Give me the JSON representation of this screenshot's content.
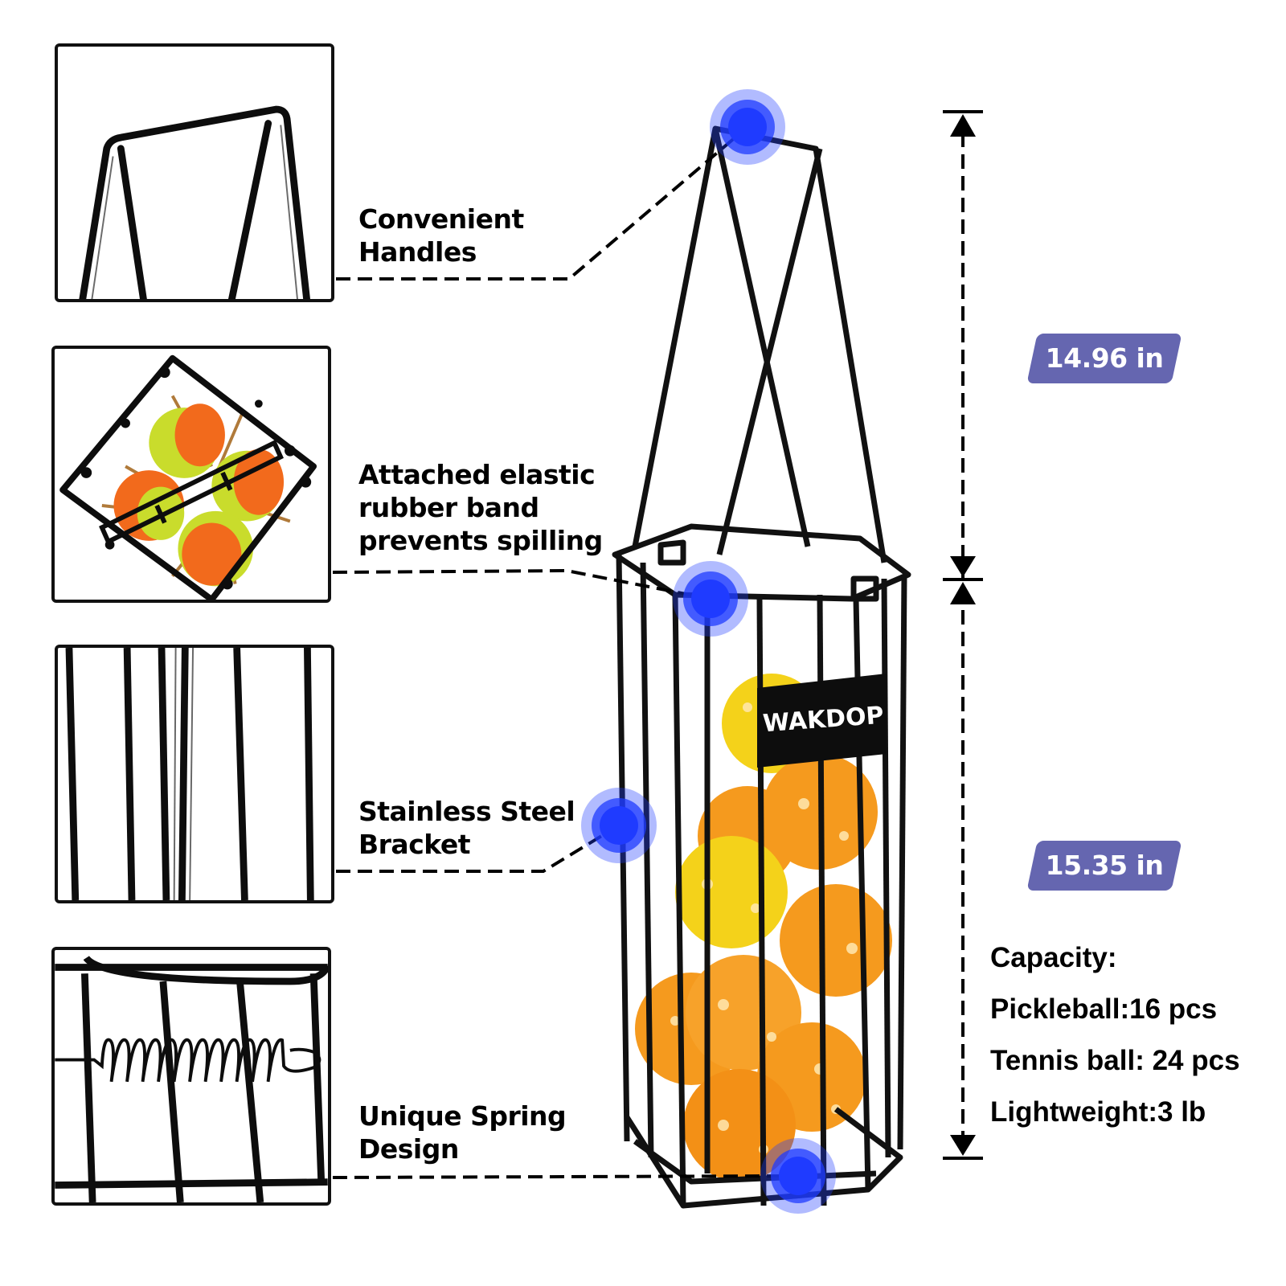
{
  "features": [
    {
      "id": "handles",
      "lines": [
        "Convenient",
        "Handles"
      ]
    },
    {
      "id": "elastic-band",
      "lines": [
        "Attached elastic",
        "rubber band",
        "prevents spilling"
      ]
    },
    {
      "id": "steel-bracket",
      "lines": [
        "Stainless Steel",
        "Bracket"
      ]
    },
    {
      "id": "spring",
      "lines": [
        "Unique Spring",
        "Design"
      ]
    }
  ],
  "dimensions": {
    "handle_height": "14.96 in",
    "basket_height": "15.35 in"
  },
  "specs": {
    "capacity_label": "Capacity:",
    "pickleball": "Pickleball:16 pcs",
    "tennis_ball": "Tennis ball: 24 pcs",
    "weight": "Lightweight:3 lb"
  },
  "brand": {
    "name": "WAKDOP"
  },
  "colors": {
    "badge": "#6566b0",
    "hotspot": "#1f3bff",
    "ball_orange": "#f59a1e",
    "ball_yellow": "#f4d21a",
    "tennis_orange": "#f26a1c",
    "tennis_felt": "#c9dc2c"
  }
}
